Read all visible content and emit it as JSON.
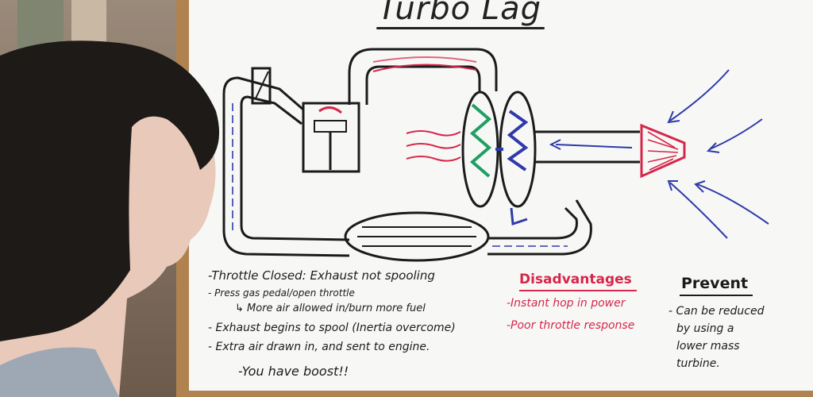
{
  "board": {
    "title": "Turbo Lag",
    "notes": [
      "-Throttle Closed: Exhaust not spooling",
      "- Press gas pedal/open throttle",
      "↳ More air allowed in/burn more fuel",
      "- Exhaust begins to spool (Inertia overcome)",
      "- Extra air drawn in, and sent to engine.",
      "-You have boost!!"
    ],
    "disadvantages": {
      "heading": "Disadvantages",
      "items": [
        "-Instant hop in power",
        "-Poor throttle response"
      ]
    },
    "prevent": {
      "heading": "Prevent",
      "lines": [
        "- Can be reduced",
        "by using a",
        "lower mass",
        "turbine."
      ]
    }
  },
  "colors": {
    "board": "#f7f8f6",
    "ink": "#1b1b1b",
    "red": "#d6264a",
    "blue": "#2f3aa8",
    "green": "#1f9f63",
    "frame": "#b0824f"
  }
}
